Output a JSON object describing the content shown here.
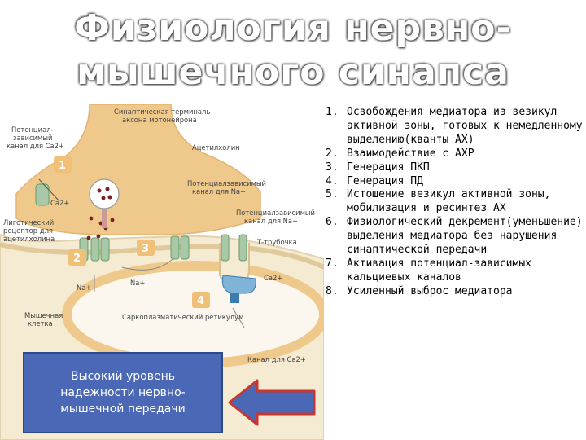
{
  "title": {
    "line1": "Физиология нервно-",
    "line2": "мышечного синапса"
  },
  "diagram": {
    "labels": {
      "terminal_line1": "Синаптическая терминаль",
      "terminal_line2": "аксона мотонейрона",
      "vg_channel_line1": "Потенциал-",
      "vg_channel_line2": "зависимый",
      "vg_channel_line3": "канал для Ca2+",
      "ach": "Ацетилхолин",
      "na_channel_line1": "Потенциалзависимый",
      "na_channel_line2": "канал для Na+",
      "receptor_line1": "Лиготический",
      "receptor_line2": "рецептор для",
      "receptor_line3": "ацетилхолина",
      "ca_terminal": "Ca2+",
      "vg_na_line1": "Потенциалзависимый",
      "vg_na_line2": "канал для Na+",
      "t_tubule": "Т-трубочка",
      "na_ion1": "Na+",
      "na_ion2": "Na+",
      "ca_ion": "Ca2+",
      "muscle_line1": "Мышечная",
      "muscle_line2": "клетка",
      "sr": "Саркоплазматический ретикулум",
      "ca_channel": "Канал для Ca2+"
    },
    "step_numbers": [
      "1",
      "2",
      "3",
      "4"
    ],
    "colors": {
      "terminal": "#efc98c",
      "cell": "#f5ead2",
      "cell_stroke": "#e3d2b0",
      "sr": "#ffffff",
      "badge": "#f0c078",
      "receptor": "#a8c8a8",
      "channel": "#7fb3d8"
    }
  },
  "note": {
    "text": "Высокий уровень\nнадежности нервно-\nмышечной передачи"
  },
  "steps": [
    {
      "num": "1.",
      "text": "Освобождения медиатора из везикул активной зоны, готовых к немедленному выделению(кванты АХ)"
    },
    {
      "num": "2.",
      "text": "Взаимодействие с АХР"
    },
    {
      "num": "3.",
      "text": "Генерация ПКП"
    },
    {
      "num": "4.",
      "text": "Генерация ПД"
    },
    {
      "num": "5.",
      "text": "Истощение везикул активной зоны, мобилизация и ресинтез АХ"
    },
    {
      "num": "6.",
      "text": "Физиологический декремент(уменьшение) выделения медиатора без нарушения синаптической передачи"
    },
    {
      "num": "7.",
      "text": "Активация потенциал-зависимых кальциевых каналов"
    },
    {
      "num": "8.",
      "text": "Усиленный выброс медиатора"
    }
  ]
}
